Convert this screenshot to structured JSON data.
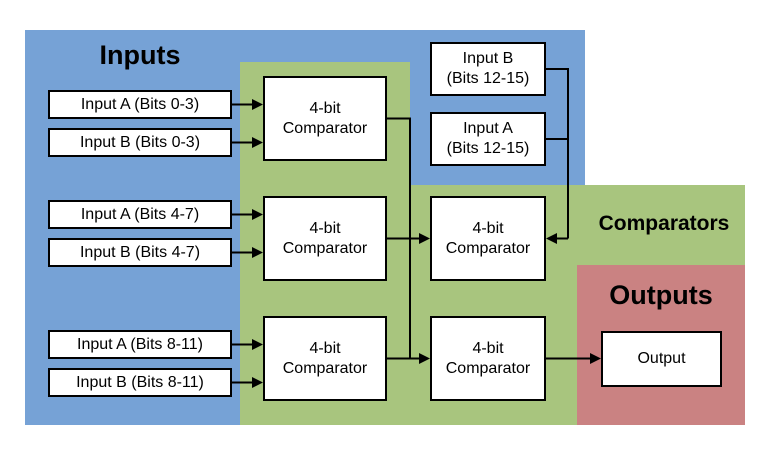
{
  "regions": {
    "inputs": {
      "label": "Inputs",
      "color": "#76a2d6"
    },
    "comparators": {
      "label": "Comparators",
      "color": "#a8c57e"
    },
    "outputs": {
      "label": "Outputs",
      "color": "#ca8282"
    }
  },
  "input_boxes": {
    "a_0_3": "Input A (Bits 0-3)",
    "b_0_3": "Input B (Bits 0-3)",
    "a_4_7": "Input A (Bits 4-7)",
    "b_4_7": "Input B (Bits 4-7)",
    "a_8_11": "Input A (Bits 8-11)",
    "b_8_11": "Input B (Bits 8-11)",
    "b_12_15": {
      "line1": "Input B",
      "line2": "(Bits 12-15)"
    },
    "a_12_15": {
      "line1": "Input A",
      "line2": "(Bits 12-15)"
    }
  },
  "comparator_box": {
    "line1": "4-bit",
    "line2": "Comparator"
  },
  "output_box": {
    "label": "Output"
  }
}
